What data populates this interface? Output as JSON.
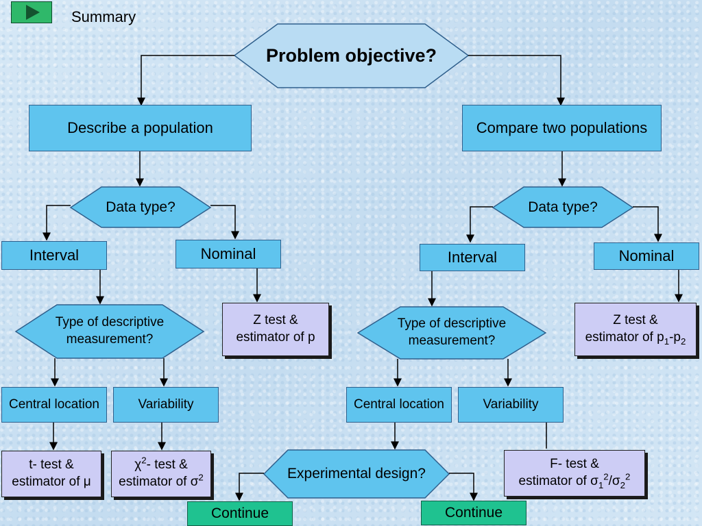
{
  "title": "Summary",
  "root": "Problem objective?",
  "left": {
    "branch": "Describe a population",
    "data_type": "Data  type?",
    "interval": "Interval",
    "nominal": "Nominal",
    "nominal_result": [
      "Z test &",
      "estimator of p"
    ],
    "type_desc": [
      "Type of descriptive",
      "measurement?"
    ],
    "central": "Central location",
    "variability": "Variability",
    "central_result": [
      "t- test &",
      "estimator of μ"
    ],
    "variability_result": {
      "chi": "χ",
      "sup": "2",
      "tail": "- test &",
      "line2": "estimator of σ",
      "sup2": "2"
    }
  },
  "right": {
    "branch": "Compare two populations",
    "data_type": "Data  type?",
    "interval": "Interval",
    "nominal": "Nominal",
    "nominal_result": {
      "line1": "Z test &",
      "pre": "estimator of p",
      "s1": "1",
      "mid": "-p",
      "s2": "2"
    },
    "type_desc": [
      "Type of descriptive",
      "measurement?"
    ],
    "central": "Central location",
    "variability": "Variability",
    "variability_result": {
      "line1": "F- test &",
      "pre": "estimator of σ",
      "sub1": "1",
      "sup1": "2",
      "slash": "/σ",
      "sub2": "2",
      "sup2": "2"
    },
    "experimental": "Experimental design?"
  },
  "continue_left": "Continue",
  "continue_right": "Continue",
  "colors": {
    "box": "#5fc4ee",
    "result": "#cdcdf5",
    "continue": "#1fc290",
    "root_fill": "#b9dcf3"
  }
}
